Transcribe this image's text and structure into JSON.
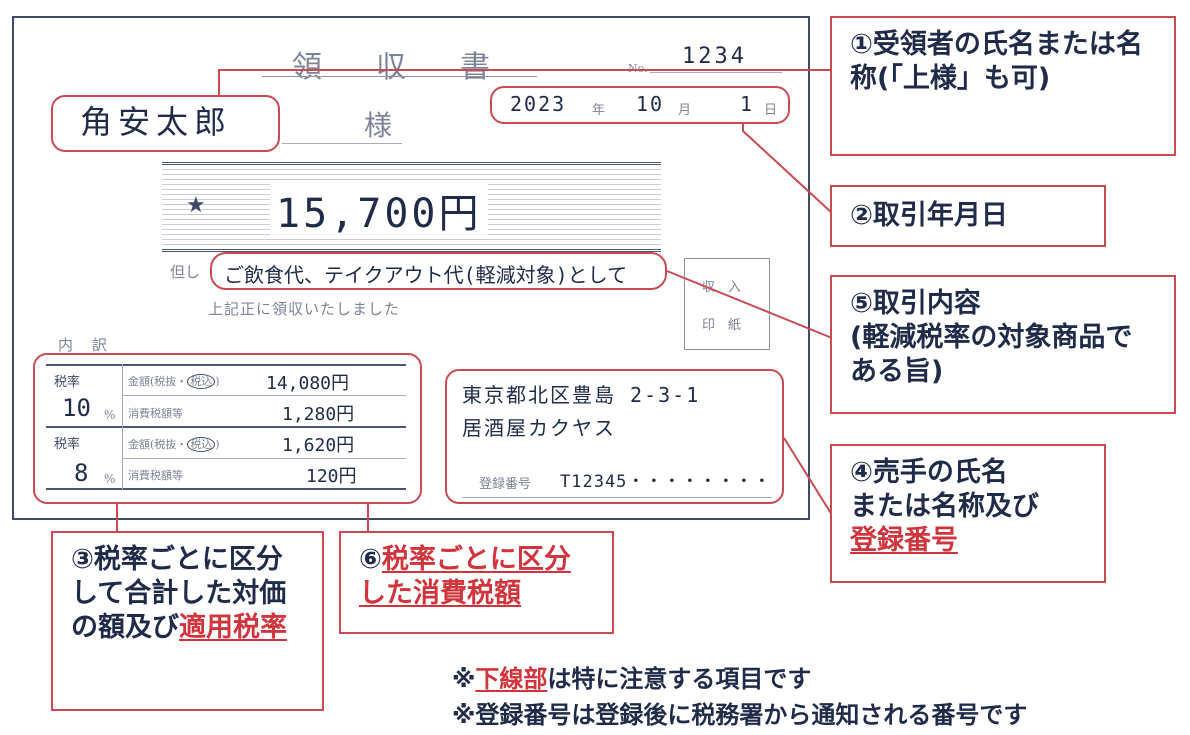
{
  "receipt": {
    "title": "領　収　書",
    "no_label": "No.",
    "no_value": "1234",
    "recipient_name": "角安太郎",
    "honorific": "様",
    "date_year": "2023",
    "date_year_unit": "年",
    "date_month": "10",
    "date_month_unit": "月",
    "date_day": "1",
    "date_day_unit": "日",
    "amount_star": "★",
    "amount": "15,700円",
    "tadashi": "但し",
    "description": "ご飲食代、テイクアウト代(軽減対象)として",
    "confirm_text": "上記正に領収いたしました",
    "stamp": [
      "収　入",
      "印　紙"
    ],
    "breakdown_label": "内　訳",
    "tax_rows": [
      {
        "rate_label": "税率",
        "rate": "10",
        "pct": "%",
        "amount_label_pre": "金額(税抜・",
        "amount_label_circ": "税込",
        "amount_label_post": ")",
        "amount": "14,080円",
        "tax_label": "消費税額等",
        "tax": "1,280円"
      },
      {
        "rate_label": "税率",
        "rate": "8",
        "pct": "%",
        "amount_label_pre": "金額(税抜・",
        "amount_label_circ": "税込",
        "amount_label_post": ")",
        "amount": "1,620円",
        "tax_label": "消費税額等",
        "tax": "120円"
      }
    ],
    "seller_address": "東京都北区豊島 2-3-1",
    "seller_name": "居酒屋カクヤス",
    "reg_label": "登録番号",
    "reg_value": "T12345・・・・・・・・"
  },
  "callouts": {
    "c1": "①受領者の氏名または名称(「上様」も可)",
    "c2": "②取引年月日",
    "c5_line1": "⑤取引内容",
    "c5_line2": "(軽減税率の対象商品である旨)",
    "c4_line1": "④売手の氏名",
    "c4_line2": "または名称及び",
    "c4_red": "登録番号",
    "c3_line1": "③税率ごとに区分して合計した対価の額及び",
    "c3_red": "適用税率",
    "c6_num": "⑥",
    "c6_red": "税率ごとに区分した消費税額"
  },
  "notes": {
    "n1_pre": "※",
    "n1_red": "下線部",
    "n1_post": "は特に注意する項目です",
    "n2": "※登録番号は登録後に税務署から通知される番号です"
  },
  "colors": {
    "accent_red": "#c94a52",
    "text_red": "#d0353d",
    "navy": "#3e4a66"
  }
}
